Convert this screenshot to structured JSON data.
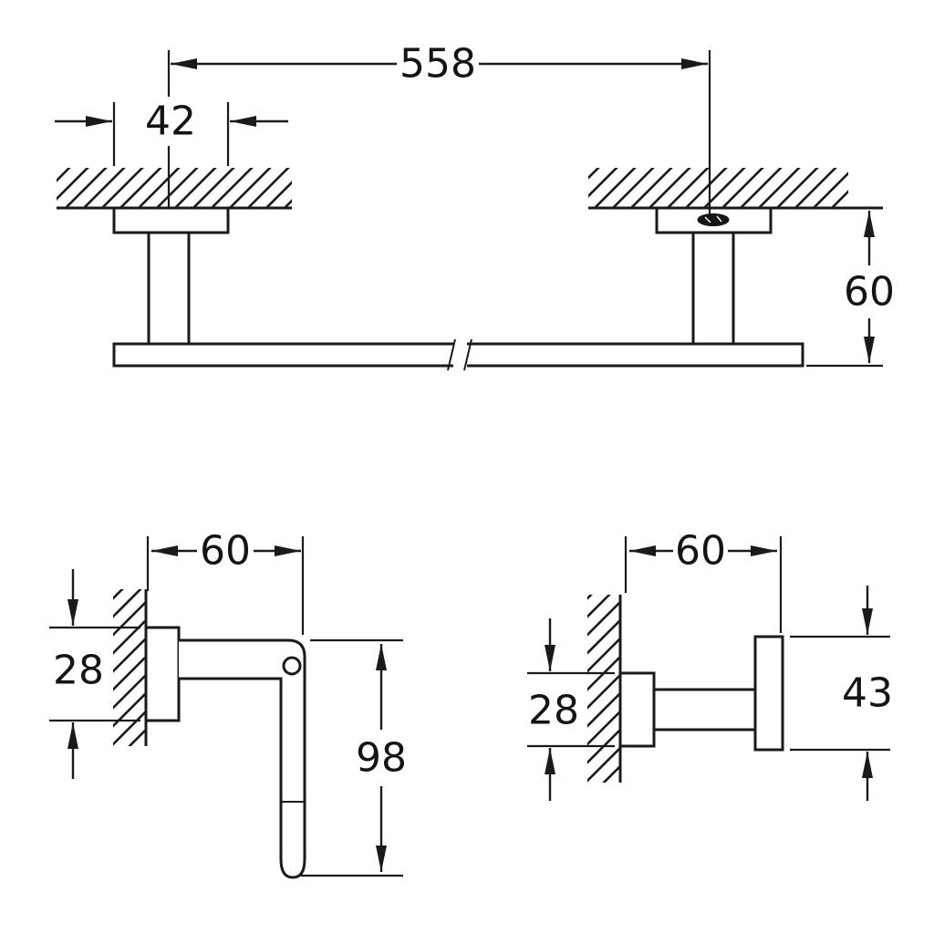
{
  "diagram": {
    "type": "technical-dimension-drawing",
    "views": {
      "towel_bar": {
        "overall_width": "558",
        "post_width": "42",
        "wall_offset": "60"
      },
      "paper_holder": {
        "depth": "60",
        "plate_height": "28",
        "drop_length": "98"
      },
      "robe_hook": {
        "depth": "60",
        "plate_height": "28",
        "hook_height": "43"
      }
    },
    "colors": {
      "line": "#1a1a1a",
      "background": "#ffffff"
    }
  }
}
